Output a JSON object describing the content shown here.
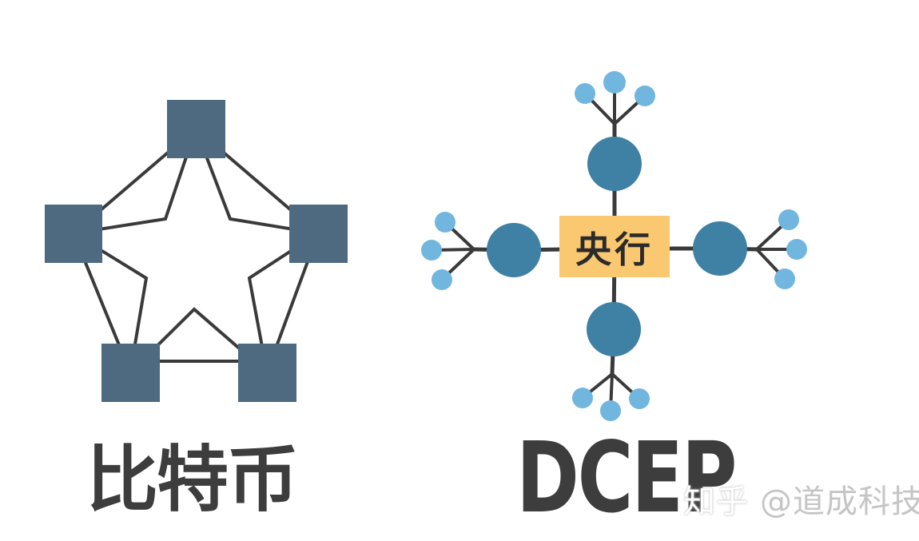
{
  "colors": {
    "background": "#ffffff",
    "bitcoin-node": "#4d6a80",
    "hub-circle": "#3f80a5",
    "leaf-circle": "#70b6df",
    "center-box": "#f9c871",
    "center-box-text": "#2b2b2b",
    "line": "#3a3a3a",
    "label": "#3d3d3d",
    "watermark": "#c5c5c5"
  },
  "bitcoin_diagram": {
    "label": "比特币",
    "node_count": 5
  },
  "dcep_diagram": {
    "label": "DCEP",
    "center_label": "央行",
    "hub_count": 4,
    "leaf_count": 12
  },
  "watermark": {
    "brand": "知乎",
    "handle": "@道成科技"
  }
}
